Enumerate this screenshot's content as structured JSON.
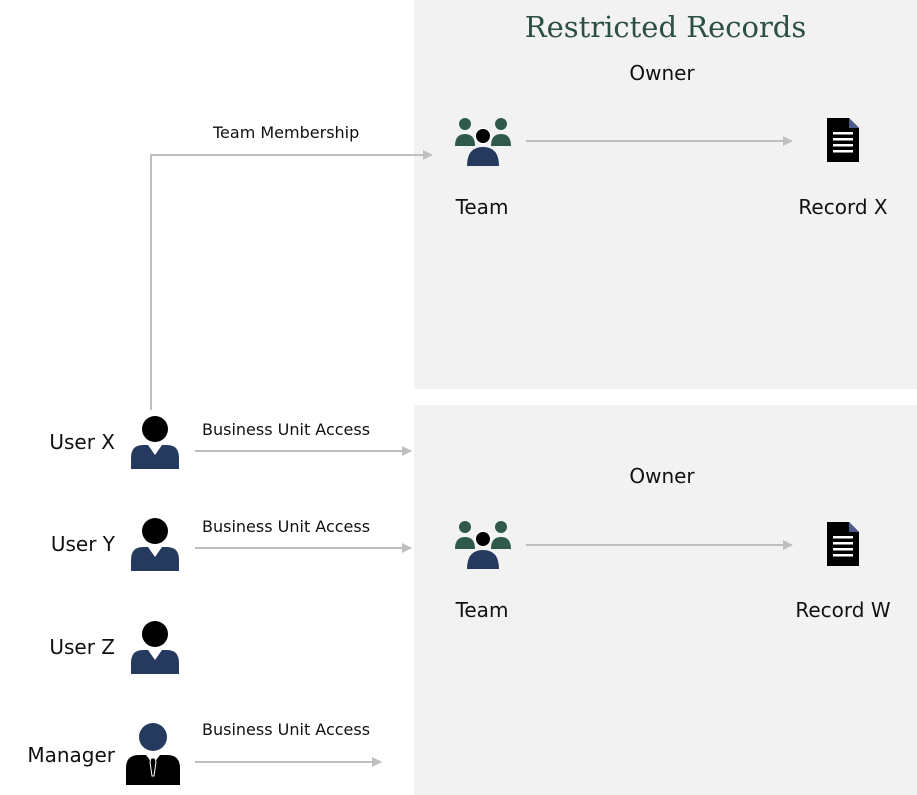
{
  "title": "Restricted Records",
  "top_panel": {
    "owner_label": "Owner",
    "team_label": "Team",
    "record_label": "Record X"
  },
  "bottom_panel": {
    "owner_label": "Owner",
    "team_label": "Team",
    "record_label": "Record W"
  },
  "edges": {
    "team_membership": "Team Membership",
    "business_unit_access_x": "Business Unit Access",
    "business_unit_access_y": "Business Unit Access",
    "business_unit_access_manager": "Business Unit Access"
  },
  "users": [
    {
      "label": "User X"
    },
    {
      "label": "User Y"
    },
    {
      "label": "User Z"
    },
    {
      "label": "Manager"
    }
  ],
  "colors": {
    "panel": "#f2f2f2",
    "title": "#2b4f45",
    "person": "#253a5e",
    "team_side": "#2f5a4b",
    "arrow": "#bfbfbf"
  }
}
